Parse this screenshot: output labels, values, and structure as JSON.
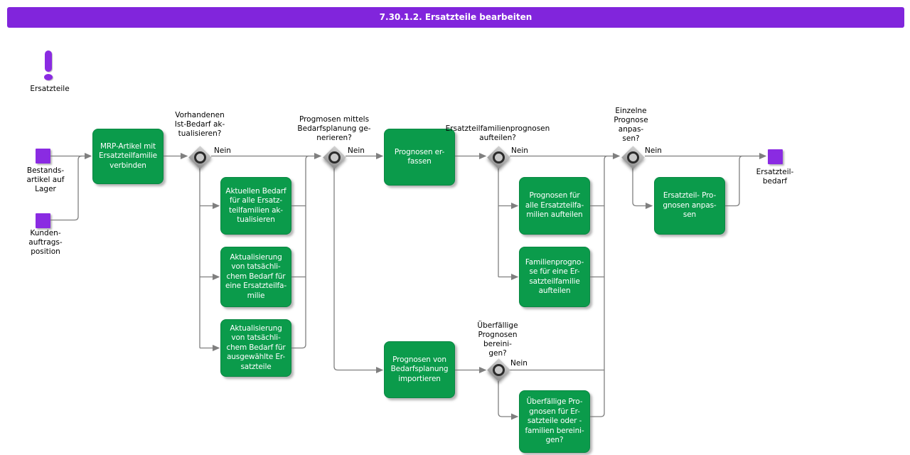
{
  "title": "7.30.1.2. Ersatzteile bearbeiten",
  "colors": {
    "header_bg": "#8125DC",
    "header_text": "#FFFFFF",
    "task_fill": "#0B9B4B",
    "task_border": "#0A8743",
    "task_text": "#FFFFFF",
    "event_fill": "#8A2BE2",
    "line": "#7F7F7F",
    "label_text": "#000000",
    "gw_ring": "#2B2B2B"
  },
  "annotation": {
    "icon": "exclamation-icon",
    "label": "Ersatzteile"
  },
  "events": [
    {
      "label": "Bestands-\nartikel auf\nLager"
    },
    {
      "label": "Kunden-\nauftrags-\nposition"
    },
    {
      "label": "Ersatzteil-\nbedarf"
    }
  ],
  "tasks": [
    {
      "label": "MRP-Artikel mit\nErsatzteilfamilie\nverbinden"
    },
    {
      "label": "Aktuellen Bedarf\nfür alle Ersatz-\nteilfamilien ak-\ntualisieren"
    },
    {
      "label": "Aktualisierung\nvon tatsächli-\nchem Bedarf für\neine Ersatzteilfa-\nmilie"
    },
    {
      "label": "Aktualisierung\nvon tatsächli-\nchem Bedarf für\nausgewählte Er-\nsatzteile"
    },
    {
      "label": "Prognosen er-\nfassen"
    },
    {
      "label": "Prognosen von\nBedarfsplanung\nimportieren"
    },
    {
      "label": "Prognosen für\nalle Ersatzteilfa-\nmilien aufteilen"
    },
    {
      "label": "Familienprogno-\nse für eine Er-\nsatzteilfamilie\naufteilen"
    },
    {
      "label": "Überfällige Pro-\ngnosen für Er-\nsatzteile oder -\nfamilien bereini-\ngen?"
    },
    {
      "label": "Ersatzteil- Pro-\ngnosen anpas-\nsen"
    }
  ],
  "gateways": [
    {
      "label": "Vorhandenen\nIst-Bedarf ak-\ntualisieren?",
      "branch": "Nein"
    },
    {
      "label": "Progmosen mittels\nBedarfsplanung ge-\nnerieren?",
      "branch": "Nein"
    },
    {
      "label": "Ersatzteilfamilienprognosen\naufteilen?",
      "branch": "Nein"
    },
    {
      "label": "Einzelne\nPrognose\nanpas-\nsen?",
      "branch": "Nein"
    },
    {
      "label": "Überfällige\nPrognosen\nbereini-\ngen?",
      "branch": "Nein"
    }
  ]
}
